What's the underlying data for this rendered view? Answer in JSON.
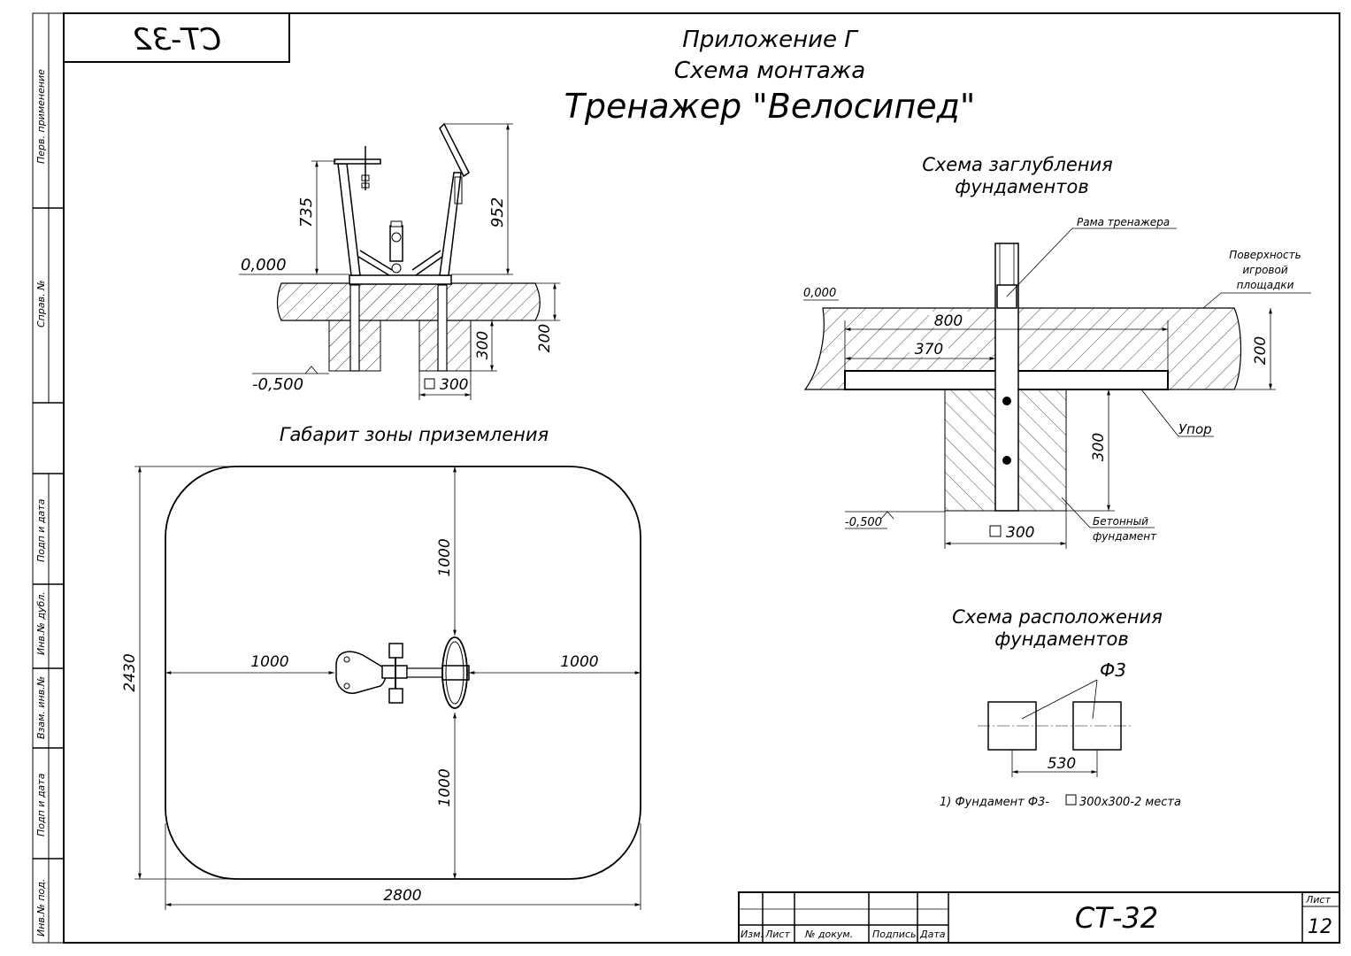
{
  "header": {
    "code_mirrored": "СТ-32",
    "appendix": "Приложение Г",
    "scheme": "Схема монтажа",
    "product": "Тренажер \"Велосипед\""
  },
  "side_strip": {
    "perv_primenenie": "Перв. применение",
    "sprav_no": "Справ. №",
    "podp_data_1": "Подп и дата",
    "inv_dubl": "Инв.№ дубл.",
    "vzam_inv": "Взам. инв.№",
    "podp_data_2": "Подп и дата",
    "inv_pod": "Инв.№ под."
  },
  "elevation": {
    "level_zero": "0,000",
    "level_minus": "-0,500",
    "dim_735": "735",
    "dim_952": "952",
    "dim_300": "300",
    "dim_200": "200",
    "dim_sq300": "300"
  },
  "foundation_depth": {
    "title_1": "Схема заглубления",
    "title_2": "фундаментов",
    "frame_label": "Рама тренажера",
    "surface_1": "Поверхность",
    "surface_2": "игровой",
    "surface_3": "площадки",
    "level_zero": "0,000",
    "level_minus": "-0,500",
    "dim_800": "800",
    "dim_370": "370",
    "dim_200": "200",
    "dim_300": "300",
    "stop_label": "Упор",
    "concrete_1": "Бетонный",
    "concrete_2": "фундамент",
    "dim_sq300": "300"
  },
  "landing_zone": {
    "title": "Габарит зоны приземления",
    "dim_top": "1000",
    "dim_bottom": "1000",
    "dim_left": "1000",
    "dim_right": "1000",
    "dim_height": "2430",
    "dim_width": "2800"
  },
  "foundation_layout": {
    "title_1": "Схема расположения",
    "title_2": "фундаментов",
    "marker": "Ф3",
    "dim_530": "530",
    "note": "1) Фундамент Ф3-",
    "note_2": "300х300-2 места"
  },
  "title_block": {
    "izm": "Изм.",
    "list": "Лист",
    "doc_no": "№ докум.",
    "podpis": "Подпись",
    "data": "Дата",
    "code": "СТ-32",
    "sheet_label": "Лист",
    "sheet_no": "12"
  }
}
